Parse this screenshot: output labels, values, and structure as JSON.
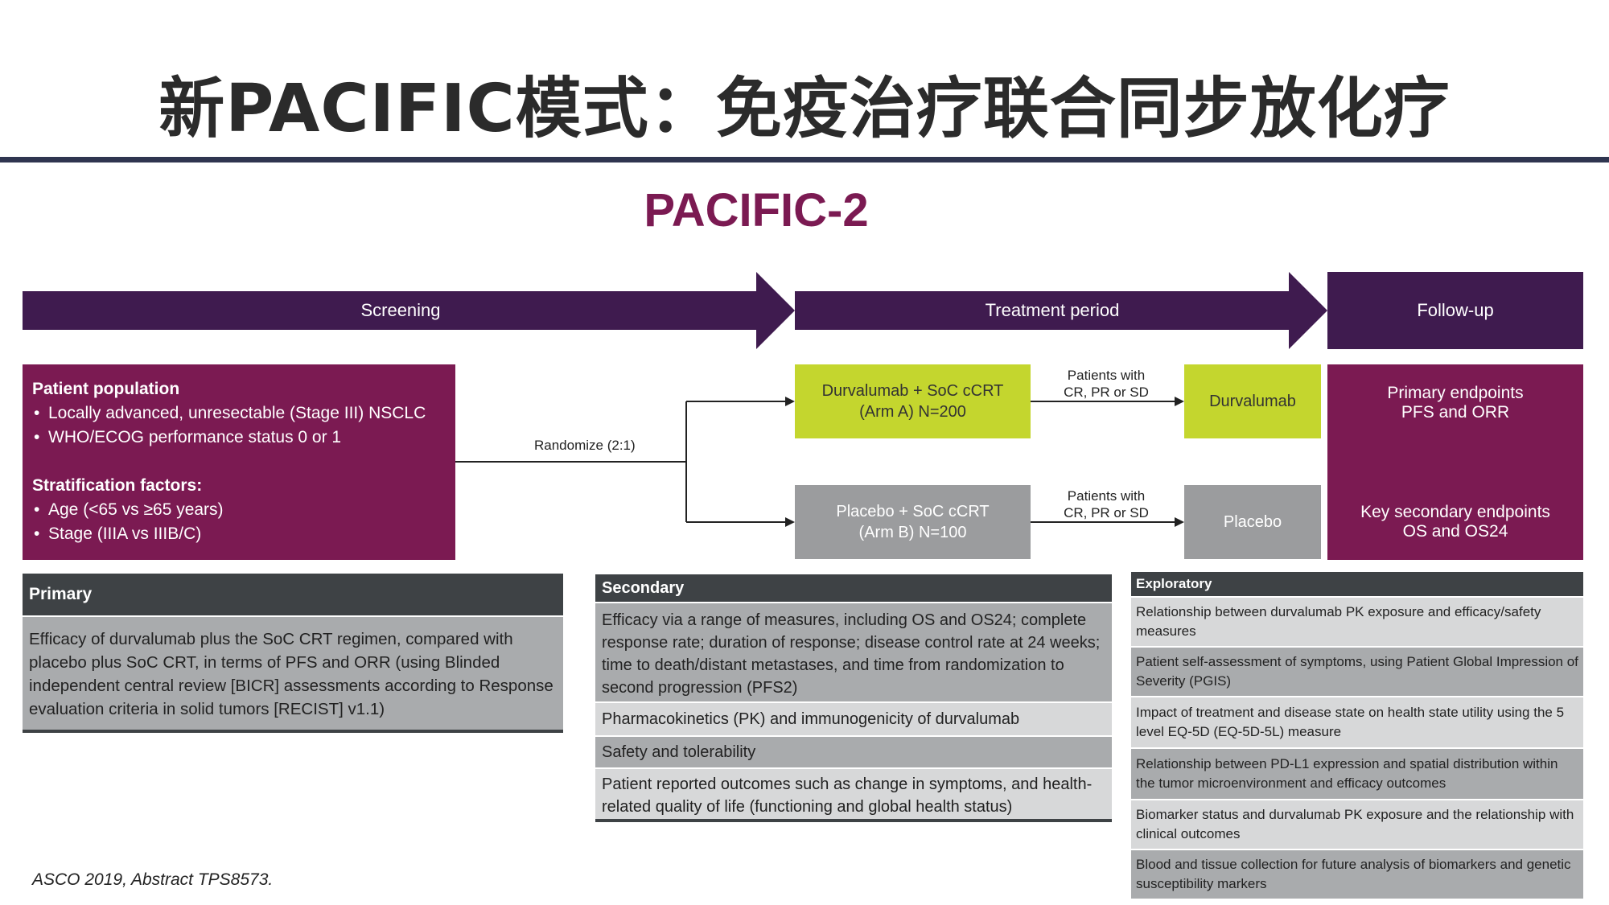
{
  "slide": {
    "title": "新PACIFIC模式：免疫治疗联合同步放化疗",
    "subtitle": "PACIFIC-2"
  },
  "phases": {
    "screening": "Screening",
    "treatment": "Treatment period",
    "followup": "Follow-up"
  },
  "population": {
    "header": "Patient population",
    "items": [
      "Locally advanced, unresectable (Stage III) NSCLC",
      "WHO/ECOG performance status 0 or 1"
    ],
    "strat_header": "Stratification factors:",
    "strat_items": [
      "Age (<65 vs ≥65 years)",
      "Stage (IIIA vs IIIB/C)"
    ]
  },
  "randomize": "Randomize (2:1)",
  "arms": {
    "a_line1": "Durvalumab + SoC cCRT",
    "a_line2": "(Arm A)  N=200",
    "b_line1": "Placebo + SoC cCRT",
    "b_line2": "(Arm B) N=100"
  },
  "response": {
    "line1": "Patients with",
    "line2": "CR, PR or SD"
  },
  "maintenance": {
    "a": "Durvalumab",
    "b": "Placebo"
  },
  "endpoints": {
    "primary_line1": "Primary endpoints",
    "primary_line2": "PFS and ORR",
    "secondary_line1": "Key secondary endpoints",
    "secondary_line2": "OS and OS24"
  },
  "primary_panel": {
    "header": "Primary",
    "text": "Efficacy of durvalumab plus the SoC CRT regimen, compared with placebo plus SoC CRT, in terms of PFS and ORR (using Blinded independent central review [BICR] assessments according to Response evaluation criteria in solid tumors [RECIST] v1.1)"
  },
  "secondary_panel": {
    "header": "Secondary",
    "rows": [
      "Efficacy via a range of measures, including OS and OS24; complete response rate; duration of response; disease control rate at 24 weeks; time to death/distant metastases, and time from randomization to second progression (PFS2)",
      "Pharmacokinetics (PK) and immunogenicity of durvalumab",
      "Safety and tolerability",
      "Patient reported outcomes such as change in symptoms, and health-related quality of life (functioning and global health status)"
    ]
  },
  "exploratory_panel": {
    "header": "Exploratory",
    "rows": [
      "Relationship between durvalumab PK exposure and efficacy/safety measures",
      "Patient self-assessment of symptoms, using Patient Global Impression of Severity (PGIS)",
      "Impact of treatment and disease state on health state utility using the 5 level EQ-5D (EQ-5D-5L) measure",
      "Relationship between PD-L1 expression and spatial distribution within the tumor microenvironment and efficacy outcomes",
      "Biomarker status and durvalumab PK exposure and the relationship with clinical outcomes",
      "Blood and tissue collection for future analysis of biomarkers and genetic susceptibility markers"
    ]
  },
  "footnote": "ASCO 2019, Abstract TPS8573.",
  "colors": {
    "phase_bar": "#3f1b4f",
    "maroon": "#7b1a52",
    "lime": "#c4d62e",
    "gray": "#9b9c9e",
    "panel_header": "#3e4245"
  }
}
